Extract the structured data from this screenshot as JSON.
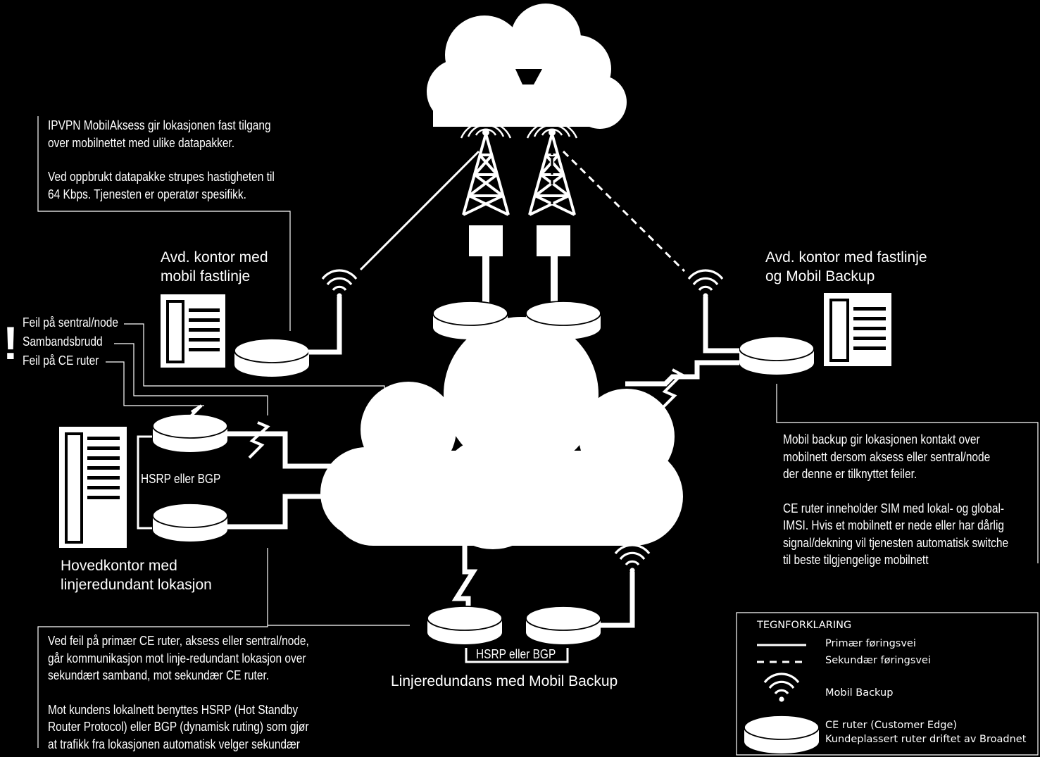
{
  "notes": {
    "top_left": {
      "line1": "IPVPN MobilAksess gir lokasjonen fast tilgang",
      "line2": "over mobilnettet med ulike datapakker.",
      "line3": "Ved oppbrukt datapakke strupes hastigheten til",
      "line4": "64 Kbps. Tjenesten er operatør spesifikk."
    },
    "right": {
      "line1": "Mobil backup gir lokasjonen kontakt over",
      "line2": "mobilnett dersom aksess eller sentral/node",
      "line3": "der denne er tilknyttet feiler.",
      "line4": "CE ruter inneholder SIM med lokal- og global-",
      "line5": "IMSI. Hvis et mobilnett er nede eller har dårlig",
      "line6": "signal/dekning vil tjenesten automatisk switche",
      "line7": "til beste tilgjengelige mobilnett"
    },
    "bottom_left": {
      "line1": "Ved feil på primær CE ruter, aksess eller sentral/node,",
      "line2": "går kommunikasjon mot linje-redundant lokasjon over",
      "line3": "sekundært samband, mot sekundær CE ruter.",
      "line4": "Mot kundens lokalnett benyttes HSRP (Hot Standby",
      "line5": "Router Protocol) eller BGP (dynamisk ruting) som gjør",
      "line6": "at trafikk fra lokasjonen automatisk velger sekundær"
    }
  },
  "locations": {
    "branch_mobile": {
      "line1": "Avd. kontor med",
      "line2": "mobil fastlinje"
    },
    "branch_backup": {
      "line1": "Avd. kontor med fastlinje",
      "line2": "og Mobil Backup"
    },
    "headquarters": {
      "line1": "Hovedkontor med",
      "line2": "linjeredundant lokasjon"
    },
    "redundancy_mobile": {
      "label": "Linjeredundans med Mobil Backup"
    }
  },
  "failures": {
    "mark": "!",
    "items": [
      "Feil på sentral/node",
      "Sambandsbrudd",
      "Feil på CE ruter"
    ]
  },
  "hsrp_label_hq": "HSRP eller BGP",
  "hsrp_label_bottom": "HSRP eller BGP",
  "legend": {
    "title": "TEGNFORKLARING",
    "primary": "Primær føringsvei",
    "secondary": "Sekundær føringsvei",
    "mobile_backup": "Mobil Backup",
    "ce_router_line1": "CE ruter (Customer Edge)",
    "ce_router_line2": "Kundeplassert ruter driftet av Broadnet"
  },
  "colors": {
    "background": "#000000",
    "foreground": "#ffffff"
  },
  "icons": [
    "cloud-icon",
    "radio-tower-icon",
    "wifi-icon",
    "router-icon",
    "building-icon",
    "link-break-icon"
  ]
}
